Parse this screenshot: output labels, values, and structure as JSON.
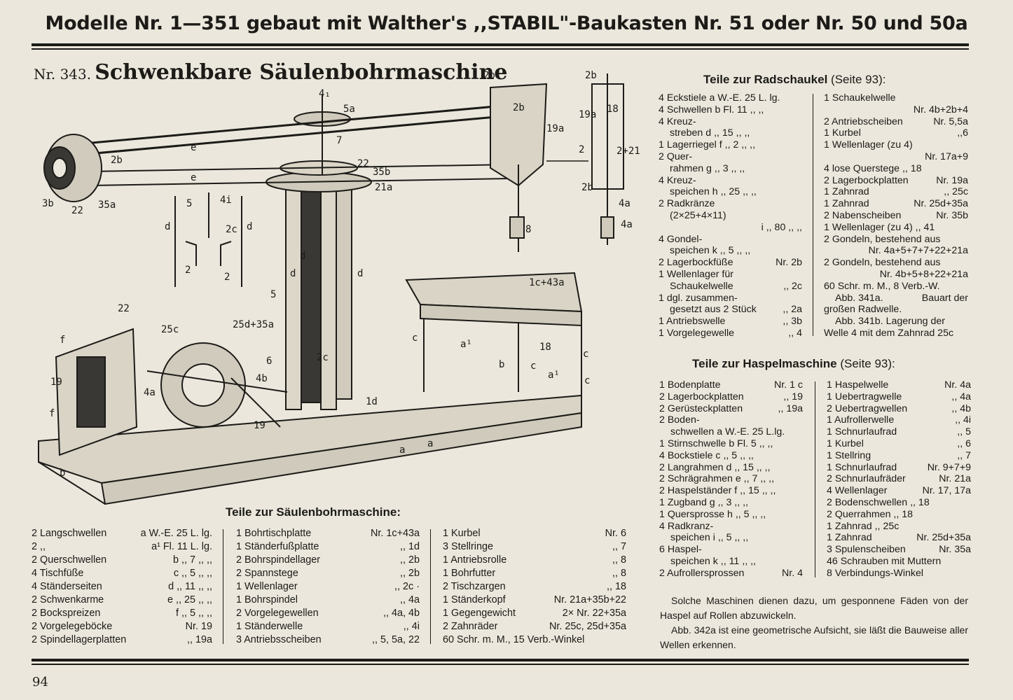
{
  "header": {
    "title": "Modelle Nr. 1—351 gebaut mit Walther's ,,STABIL\"-Baukasten Nr. 51 oder Nr. 50 und 50a"
  },
  "model": {
    "number": "Nr. 343.",
    "name": "Schwenkbare Säulenbohrmaschine"
  },
  "figure": {
    "labels": [
      "2b",
      "4₁",
      "5a",
      "7",
      "22",
      "35b",
      "21a",
      "2b",
      "19a",
      "e",
      "e",
      "2b",
      "3b",
      "22",
      "35a",
      "5",
      "4i",
      "2c",
      "d",
      "d",
      "2",
      "2",
      "d",
      "d",
      "d",
      "5",
      "2c",
      "22",
      "25c",
      "25d+35a",
      "f",
      "19",
      "4a",
      "4b",
      "6",
      "f",
      "b",
      "1d",
      "a",
      "19",
      "a",
      "1c+43a",
      "a¹",
      "b",
      "c",
      "c",
      "18",
      "a¹",
      "c",
      "c",
      "2b",
      "19a",
      "18",
      "2",
      "2+21",
      "2b",
      "4a",
      "8",
      "4a",
      "8"
    ]
  },
  "radschaukel": {
    "title": "Teile zur Radschaukel",
    "page": "(Seite 93):",
    "left": [
      {
        "t": "4 Eckstiele   a W.-E. 25 L. lg.",
        "r": ""
      },
      {
        "t": "4 Schwellen     b Fl. 11 ,,  ,,",
        "r": ""
      },
      {
        "t": "4 Kreuz-",
        "r": ""
      },
      {
        "t": "streben         d ,, 15 ,,  ,,",
        "r": "",
        "i": 1
      },
      {
        "t": "1 Lagerriegel   f ,,  2 ,,  ,,",
        "r": ""
      },
      {
        "t": "2 Quer-",
        "r": ""
      },
      {
        "t": "rahmen        g ,,  3 ,,  ,,",
        "r": "",
        "i": 1
      },
      {
        "t": "4 Kreuz-",
        "r": ""
      },
      {
        "t": "speichen      h ,, 25 ,,  ,,",
        "r": "",
        "i": 1
      },
      {
        "t": "2 Radkränze",
        "r": ""
      },
      {
        "t": "(2×25+4×11)",
        "r": "",
        "i": 1
      },
      {
        "t": "",
        "r": "i ,, 80 ,,  ,,"
      },
      {
        "t": "4 Gondel-",
        "r": ""
      },
      {
        "t": "speichen      k ,,  5 ,,  ,,",
        "r": "",
        "i": 1
      },
      {
        "t": "2 Lagerbockfüße",
        "r": "Nr. 2b"
      },
      {
        "t": "1 Wellenlager für",
        "r": ""
      },
      {
        "t": "Schaukelwelle",
        "r": ",,   2c",
        "i": 1
      },
      {
        "t": "1 dgl. zusammen-",
        "r": ""
      },
      {
        "t": "gesetzt aus 2 Stück",
        "r": ",,   2a",
        "i": 1
      },
      {
        "t": "1 Antriebswelle",
        "r": ",,   3b"
      },
      {
        "t": "1 Vorgelegewelle",
        "r": ",,   4"
      }
    ],
    "right": [
      {
        "t": "1 Schaukelwelle",
        "r": ""
      },
      {
        "t": "",
        "r": "Nr. 4b+2b+4"
      },
      {
        "t": "2 Antriebscheiben",
        "r": "Nr. 5,5a"
      },
      {
        "t": "1 Kurbel",
        "r": ",,6     "
      },
      {
        "t": "1 Wellenlager (zu 4)",
        "r": ""
      },
      {
        "t": "",
        "r": "Nr. 17a+9"
      },
      {
        "t": "4 lose Querstege  ,,  18",
        "r": ""
      },
      {
        "t": "2 Lagerbockplatten",
        "r": "Nr. 19a"
      },
      {
        "t": "1 Zahnrad",
        "r": ",,   25c"
      },
      {
        "t": "1 Zahnrad",
        "r": "Nr. 25d+35a"
      },
      {
        "t": "2 Nabenscheiben",
        "r": "Nr. 35b"
      },
      {
        "t": "1 Wellenlager (zu 4)  ,,  41",
        "r": ""
      },
      {
        "t": "2 Gondeln, bestehend aus",
        "r": ""
      },
      {
        "t": "",
        "r": "Nr. 4a+5+7+7+22+21a"
      },
      {
        "t": "2 Gondeln, bestehend aus",
        "r": ""
      },
      {
        "t": "",
        "r": "Nr. 4b+5+8+22+21a"
      },
      {
        "t": "60 Schr. m. M.,  8 Verb.-W.",
        "r": ""
      },
      {
        "t": "Abb. 341a.",
        "r": "Bauart der",
        "i": 1
      },
      {
        "t": "großen Radwelle.",
        "r": ""
      },
      {
        "t": "Abb. 341b.  Lagerung der",
        "r": "",
        "i": 1
      },
      {
        "t": "Welle 4 mit dem Zahnrad 25c",
        "r": ""
      }
    ]
  },
  "haspel": {
    "title": "Teile zur Haspelmaschine",
    "page": "(Seite 93):",
    "left": [
      {
        "t": "1 Bodenplatte",
        "r": "Nr. 1 c"
      },
      {
        "t": "2 Lagerbockplatten",
        "r": ",,  19"
      },
      {
        "t": "2 Gerüsteckplatten",
        "r": ",,  19a"
      },
      {
        "t": "2 Boden-",
        "r": ""
      },
      {
        "t": "schwellen  a W.-E. 25 L.lg.",
        "r": "",
        "i": 1
      },
      {
        "t": "1 Stirnschwelle  b Fl. 5 ,,  ,,",
        "r": ""
      },
      {
        "t": "4 Bockstiele       c ,,  5 ,,  ,,",
        "r": ""
      },
      {
        "t": "2 Langrahmen     d ,, 15 ,,  ,,",
        "r": ""
      },
      {
        "t": "2 Schrägrahmen  e ,,  7 ,,  ,,",
        "r": ""
      },
      {
        "t": "2 Haspelständer  f ,, 15 ,,  ,,",
        "r": ""
      },
      {
        "t": "1 Zugband          g ,,  3 ,,  ,,",
        "r": ""
      },
      {
        "t": "1 Quersprosse     h ,,  5 ,,  ,,",
        "r": ""
      },
      {
        "t": "4 Radkranz-",
        "r": ""
      },
      {
        "t": "speichen        i ,,  5 ,,  ,,",
        "r": "",
        "i": 1
      },
      {
        "t": "6 Haspel-",
        "r": ""
      },
      {
        "t": "speichen        k ,, 11 ,,  ,,",
        "r": "",
        "i": 1
      },
      {
        "t": "2 Aufrollersprossen",
        "r": "Nr. 4"
      }
    ],
    "right": [
      {
        "t": "1 Haspelwelle",
        "r": "Nr. 4a"
      },
      {
        "t": "1 Uebertragwelle",
        "r": ",,   4a"
      },
      {
        "t": "2 Uebertragwellen",
        "r": ",,   4b"
      },
      {
        "t": "1 Aufrollerwelle",
        "r": ",,   4i"
      },
      {
        "t": "1 Schnurlaufrad",
        "r": ",,   5 "
      },
      {
        "t": "1 Kurbel",
        "r": ",,   6 "
      },
      {
        "t": "1 Stellring",
        "r": ",,   7 "
      },
      {
        "t": "1 Schnurlaufrad",
        "r": "Nr. 9+7+9"
      },
      {
        "t": "2 Schnurlaufräder",
        "r": "Nr. 21a"
      },
      {
        "t": "4 Wellenlager",
        "r": "Nr. 17, 17a"
      },
      {
        "t": "2 Bodenschwellen ,,  18",
        "r": ""
      },
      {
        "t": "2 Querrahmen      ,,  18",
        "r": ""
      },
      {
        "t": "1 Zahnrad           ,,  25c",
        "r": ""
      },
      {
        "t": "1 Zahnrad",
        "r": "Nr. 25d+35a"
      },
      {
        "t": "3 Spulenscheiben",
        "r": "Nr. 35a"
      },
      {
        "t": "46 Schrauben mit Muttern",
        "r": ""
      },
      {
        "t": "8 Verbindungs-Winkel",
        "r": ""
      }
    ],
    "para1": "Solche Maschinen dienen dazu, um gesponnene Fäden von der Haspel auf Rollen abzuwickeln.",
    "para2": "Abb. 342a ist eine geometrische Aufsicht, sie läßt die Bauweise aller Wellen erkennen."
  },
  "saeulen": {
    "title": "Teile zur Säulenbohrmaschine:",
    "col1": [
      {
        "t": "2 Langschwellen",
        "r": "a W.-E. 25 L. lg."
      },
      {
        "t": "2        ,,",
        "r": "a¹ Fl.  11 L. lg."
      },
      {
        "t": "2 Querschwellen",
        "r": "b  ,,   7 ,,  ,,"
      },
      {
        "t": "4 Tischfüße",
        "r": "c  ,,   5 ,,  ,,"
      },
      {
        "t": "4 Ständerseiten",
        "r": "d  ,,  11 ,,  ,,"
      },
      {
        "t": "2 Schwenkarme",
        "r": "e  ,,  25 ,,  ,,"
      },
      {
        "t": "2 Bockspreizen",
        "r": "f  ,,   5 ,,  ,,"
      },
      {
        "t": "2 Vorgelegeböcke",
        "r": "Nr. 19       "
      },
      {
        "t": "2 Spindellagerplatten",
        "r": ",,  19a       "
      }
    ],
    "col2": [
      {
        "t": "1 Bohrtischplatte",
        "r": "Nr. 1c+43a"
      },
      {
        "t": "1 Ständerfußplatte",
        "r": ",,   1d       "
      },
      {
        "t": "2 Bohrspindellager",
        "r": ",,   2b       "
      },
      {
        "t": "2 Spannstege",
        "r": ",,   2b       "
      },
      {
        "t": "1 Wellenlager",
        "r": ",,   2c ·     "
      },
      {
        "t": "1 Bohrspindel",
        "r": ",,   4a       "
      },
      {
        "t": "2 Vorgelegewellen",
        "r": ",,   4a, 4b  "
      },
      {
        "t": "1 Ständerwelle",
        "r": ",,   4i       "
      },
      {
        "t": "3 Antriebsscheiben",
        "r": ",,   5, 5a, 22"
      }
    ],
    "col3": [
      {
        "t": "1 Kurbel",
        "r": "Nr. 6                     "
      },
      {
        "t": "3 Stellringe",
        "r": ",,   7                    "
      },
      {
        "t": "1 Antriebsrolle",
        "r": ",,   8                    "
      },
      {
        "t": "1 Bohrfutter",
        "r": ",,   8                    "
      },
      {
        "t": "2 Tischzargen",
        "r": ",,   18                  "
      },
      {
        "t": "1 Ständerkopf",
        "r": "Nr. 21a+35b+22"
      },
      {
        "t": "1 Gegengewicht",
        "r": "2× Nr. 22+35a"
      },
      {
        "t": "2 Zahnräder",
        "r": "Nr. 25c, 25d+35a"
      },
      {
        "t": "60 Schr. m. M.,  15 Verb.-Winkel",
        "r": ""
      }
    ]
  },
  "page_number": "94"
}
